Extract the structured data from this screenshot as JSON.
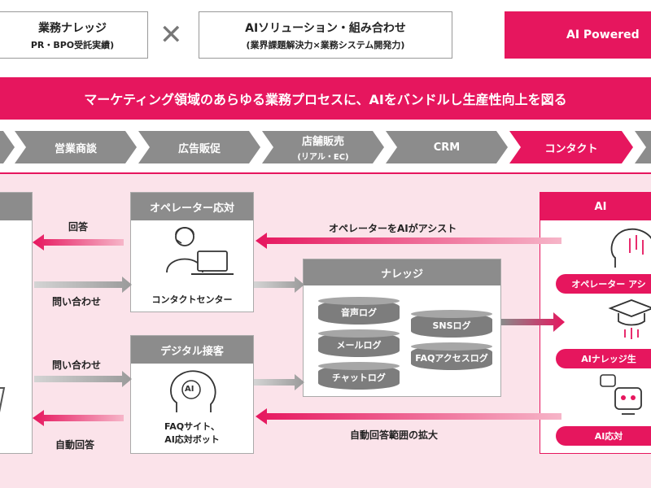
{
  "top": {
    "box1_line1": "業務ナレッジ",
    "box1_line2": "PR・BPO受託実績)",
    "times": "✕",
    "box2_line1": "AIソリューション・組み合わせ",
    "box2_line2": "(業界課題解決力×業務システム開発力)",
    "box3": "AI Powered"
  },
  "banner": "マーケティング領域のあらゆる業務プロセスに、AIをバンドルし生産性向上を図る",
  "process_steps": [
    {
      "label": "",
      "sub": ""
    },
    {
      "label": "営業商談",
      "sub": ""
    },
    {
      "label": "広告販促",
      "sub": ""
    },
    {
      "label": "店舗販売",
      "sub": "(リアル・EC)"
    },
    {
      "label": "CRM",
      "sub": ""
    },
    {
      "label": "コンタクト",
      "sub": ""
    },
    {
      "label": "",
      "sub": ""
    }
  ],
  "operator": {
    "title": "オペレーター応対",
    "caption": "コンタクトセンター"
  },
  "digital": {
    "title": "デジタル接客",
    "caption_line1": "FAQサイト、",
    "caption_line2": "AI応対ボット",
    "icon_text": "AI"
  },
  "knowledge": {
    "title": "ナレッジ",
    "logs": [
      "音声ログ",
      "メールログ",
      "チャットログ",
      "SNSログ",
      "FAQアクセスログ"
    ]
  },
  "ai": {
    "title": "AI",
    "items": [
      "オペレーター アシ",
      "AIナレッジ生",
      "AI応対"
    ]
  },
  "arrows": {
    "reply": "回答",
    "inquiry1": "問い合わせ",
    "inquiry2": "問い合わせ",
    "auto_reply": "自動回答",
    "assist": "オペレーターをAIがアシスト",
    "expand": "自動回答範囲の拡大"
  },
  "colors": {
    "accent": "#e6165e",
    "gray": "#8c8c8c",
    "light": "#fbe3ea"
  }
}
